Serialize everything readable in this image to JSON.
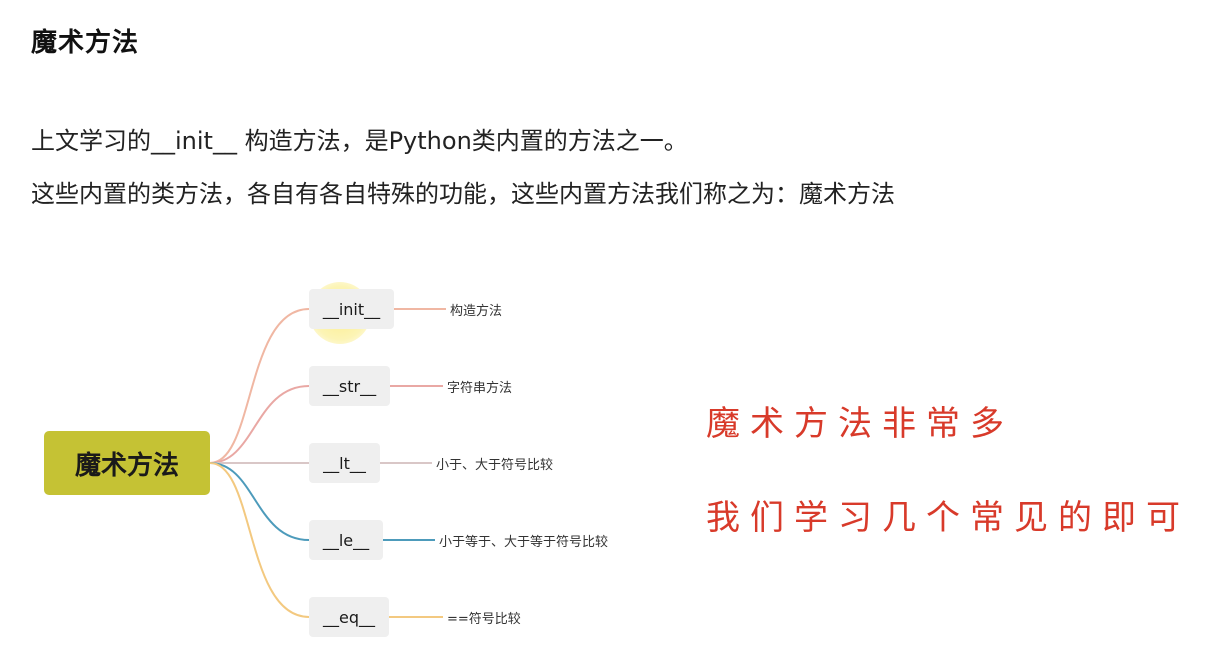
{
  "heading": "魔术方法",
  "paragraphs": [
    "上文学习的__init__ 构造方法，是Python类内置的方法之一。",
    "这些内置的类方法，各自有各自特殊的功能，这些内置方法我们称之为：魔术方法"
  ],
  "mindmap": {
    "root": "魔术方法",
    "branches": [
      {
        "method": "__init__",
        "description": "构造方法",
        "color": "#f0b7a3"
      },
      {
        "method": "__str__",
        "description": "字符串方法",
        "color": "#e9a8a4"
      },
      {
        "method": "__lt__",
        "description": "小于、大于符号比较",
        "color": "#d9c7c7"
      },
      {
        "method": "__le__",
        "description": "小于等于、大于等于符号比较",
        "color": "#4d9bbb"
      },
      {
        "method": "__eq__",
        "description": "==符号比较",
        "color": "#f3c980"
      }
    ]
  },
  "notes": [
    "魔术方法非常多",
    "我们学习几个常见的即可"
  ]
}
